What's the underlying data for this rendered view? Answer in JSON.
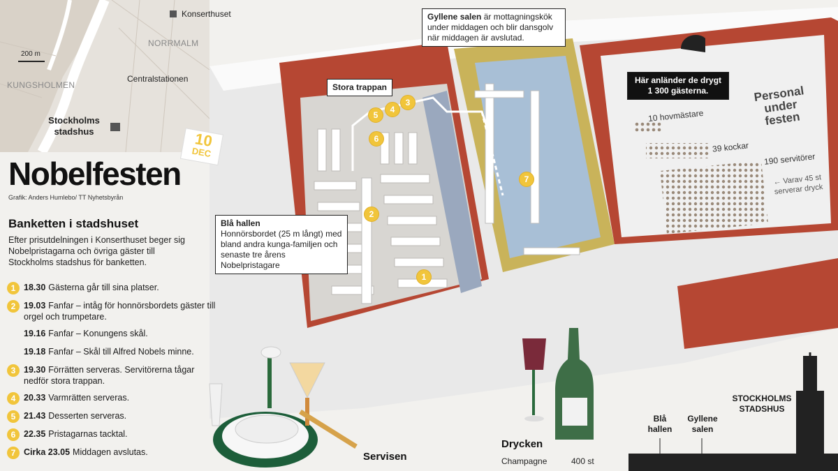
{
  "title": "Nobelfesten",
  "credit": "Grafik: Anders Humlebo/ TT Nyhetsbyrån",
  "date_badge": {
    "day": "10",
    "month": "DEC"
  },
  "subheading": "Banketten i stadshuset",
  "intro": "Efter prisutdelningen i Konserthuset beger sig Nobelpristagarna och övriga gäster till Stockholms stadshus för banketten.",
  "timeline": [
    {
      "num": "1",
      "time": "18.30",
      "text": "Gästerna går till sina platser."
    },
    {
      "num": "2",
      "time": "19.03",
      "text": "Fanfar – intåg för honnörsbordets gäster till orgel och trumpetare."
    },
    {
      "num": "",
      "time": "19.16",
      "text": "Fanfar – Konungens skål."
    },
    {
      "num": "",
      "time": "19.18",
      "text": "Fanfar – Skål till Alfred Nobels minne."
    },
    {
      "num": "3",
      "time": "19.30",
      "text": "Förrätten serveras. Servitörerna tågar nedför stora trappan."
    },
    {
      "num": "4",
      "time": "20.33",
      "text": "Varmrätten serveras."
    },
    {
      "num": "5",
      "time": "21.43",
      "text": "Desserten serveras."
    },
    {
      "num": "6",
      "time": "22.35",
      "text": "Pristagarnas tacktal."
    },
    {
      "num": "7",
      "time": "Cirka 23.05",
      "text": "Middagen avslutas."
    }
  ],
  "map": {
    "konserthuset": "Konserthuset",
    "normalm": "NORRMALM",
    "scale": "200 m",
    "kungsholmen": "KUNGSHOLMEN",
    "centralstationen": "Centralstationen",
    "stadshus": "Stockholms stadshus"
  },
  "callouts": {
    "stora_trappan": "Stora trappan",
    "gyllene_title": "Gyllene salen",
    "gyllene_text": " är mottagningskök under middagen och blir dansgolv när middagen är avslutad.",
    "bla_title": "Blå hallen",
    "bla_text": "Honnörsbordet (25 m långt) med bland andra kunga-familjen och senaste tre årens Nobelpristagare",
    "arrival": "Här anländer de drygt 1 300 gästerna."
  },
  "markers": [
    "1",
    "2",
    "3",
    "4",
    "5",
    "6",
    "7"
  ],
  "staff": {
    "title": "Personal under festen",
    "hovmastare": "10 hovmästare",
    "kockar": "39 kockar",
    "servitorer": "190 servitörer",
    "note": "Varav 45 st serverar dryck"
  },
  "servisen": "Servisen",
  "drycken": {
    "title": "Drycken",
    "rows": [
      {
        "name": "Champagne",
        "qty": "400 st"
      }
    ]
  },
  "skyline": {
    "title": "STOCKHOLMS STADSHUS",
    "bla": "Blå hallen",
    "gyllene": "Gyllene salen"
  },
  "colors": {
    "accent": "#f1c53b",
    "brick": "#a3382a",
    "blue_hall_floor": "#d7d3cc",
    "golden_hall": "#c9a83a"
  }
}
